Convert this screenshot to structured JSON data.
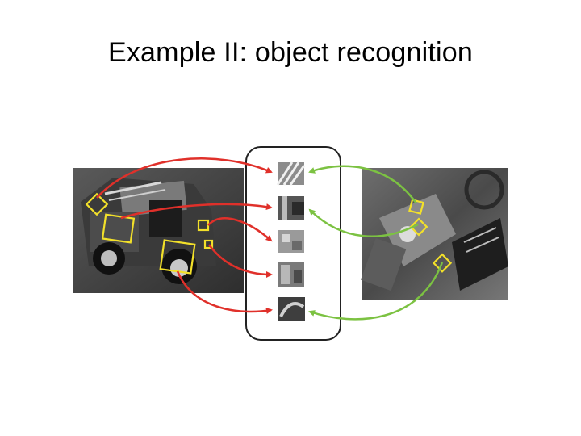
{
  "slide": {
    "title": "Example II: object recognition"
  },
  "figure": {
    "left_photo": {
      "subject": "toy truck",
      "tone": "grayscale"
    },
    "right_photo": {
      "subject": "toy truck in cluttered scene",
      "tone": "grayscale"
    },
    "patch_count": 5,
    "colors": {
      "left_arrows": "#e0302a",
      "right_arrows": "#7cc242",
      "feature_boxes": "#f2e02a",
      "panel_border": "#222222"
    }
  }
}
